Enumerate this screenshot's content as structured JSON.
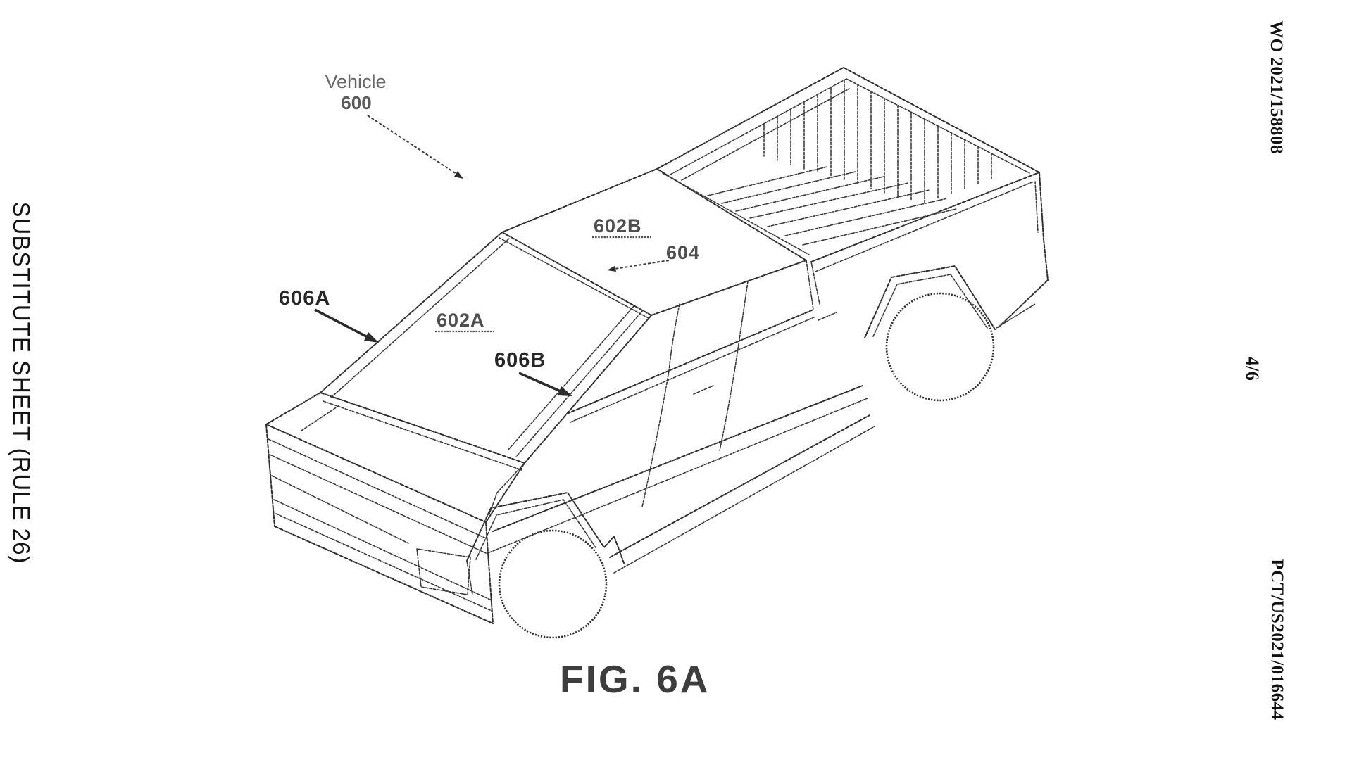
{
  "page": {
    "background_color": "#ffffff",
    "ink_color": "#2f2f2f",
    "left_edge_text": "SUBSTITUTE SHEET (RULE 26)",
    "publication_number": "WO 2021/158808",
    "sheet_indicator": "4/6",
    "application_number": "PCT/US2021/016644"
  },
  "figure": {
    "caption": "FIG. 6A",
    "labels": {
      "vehicle_name": "Vehicle",
      "vehicle_number": "600",
      "roof_glass": "602B",
      "glass_boundary": "604",
      "windshield": "602A",
      "left_pillar_trim": "606A",
      "right_pillar_trim": "606B"
    }
  }
}
